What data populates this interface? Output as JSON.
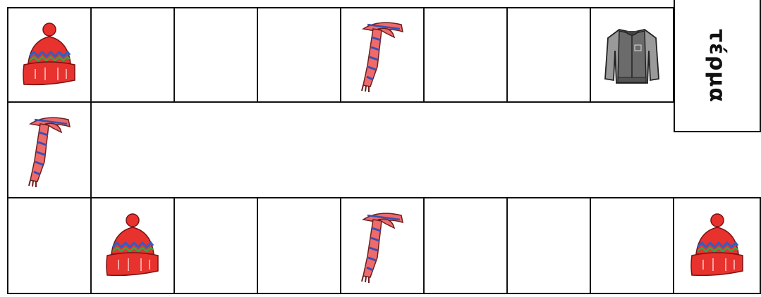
{
  "board": {
    "finish_label": "τέρμα",
    "top_row": [
      "hat",
      "empty",
      "empty",
      "empty",
      "scarf",
      "empty",
      "empty",
      "jacket"
    ],
    "connector": [
      "scarf"
    ],
    "bottom_row": [
      "empty",
      "hat",
      "empty",
      "empty",
      "scarf",
      "empty",
      "empty",
      "empty",
      "hat"
    ]
  },
  "colors": {
    "hat_red": "#e8322e",
    "hat_stripe_blue": "#2b5fc9",
    "hat_stripe_green": "#2fa84a",
    "scarf_pink": "#ef6a6a",
    "scarf_stripe": "#3b4fb0",
    "jacket_gray": "#6b6b6b"
  }
}
